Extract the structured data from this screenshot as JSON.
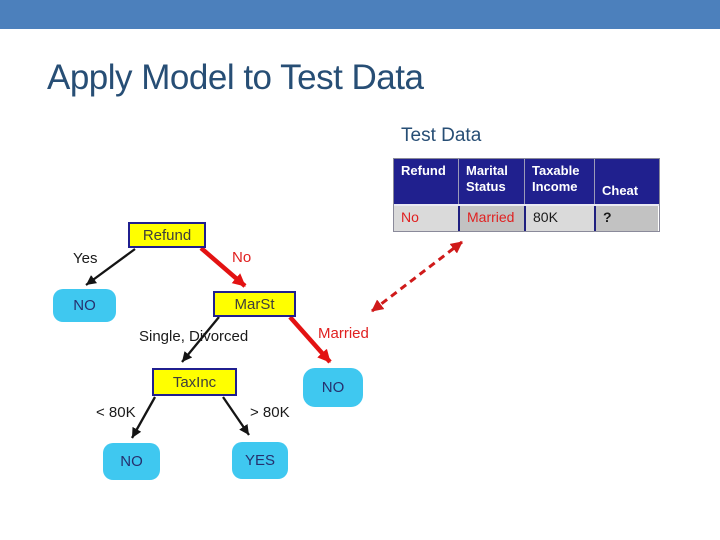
{
  "slide": {
    "title": "Apply Model to Test Data",
    "subtitle": "Test Data"
  },
  "table": {
    "headers": [
      "Refund",
      "Marital Status",
      "Taxable Income",
      "Cheat"
    ],
    "row": [
      "No",
      "Married",
      "80K",
      "?"
    ]
  },
  "tree": {
    "nodes": {
      "refund": "Refund",
      "marst": "MarSt",
      "taxinc": "TaxInc",
      "leaf_refund_yes": "NO",
      "leaf_married": "NO",
      "leaf_lt_80k": "NO",
      "leaf_gt_80k": "YES"
    },
    "branches": {
      "yes": "Yes",
      "no": "No",
      "single_divorced": "Single, Divorced",
      "married": "Married",
      "lt_80k": "< 80K",
      "gt_80k": "> 80K"
    }
  },
  "colors": {
    "top-bar": "#4C80BC",
    "title": "#274E75",
    "table-header-bg": "#20208E",
    "table-header-text": "#FFFFFF",
    "cell-light": "#DADADA",
    "cell-dark": "#C2C2C2",
    "node-yellow": "#FFFF00",
    "node-border": "#201F8F",
    "leaf-cyan": "#3FC8F0",
    "red-arrow": "#E31212",
    "red-text": "#E02020",
    "black-edge": "#141414"
  }
}
